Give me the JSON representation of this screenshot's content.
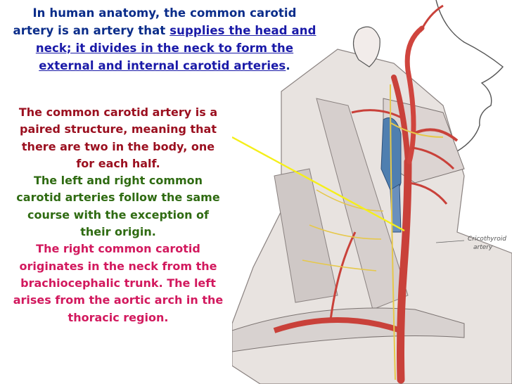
{
  "intro": {
    "line1": "In human anatomy, the common carotid",
    "line2_a": "artery is an artery that ",
    "line2_link": "supplies the head and",
    "line3": "neck; it divides in the neck to form the",
    "line4": "external and internal carotid arteries",
    "line4_end": "."
  },
  "paragraphs": {
    "p1": [
      "The common carotid artery is a",
      "paired structure, meaning that",
      "there are two in the body, one",
      "for each half."
    ],
    "p2": [
      "The left and right common",
      "carotid arteries follow the same",
      "course with the exception of",
      "their origin."
    ],
    "p3": [
      "The right common carotid",
      "originates in the neck from the",
      "brachiocephalic trunk. The left",
      "arises from the aortic arch in the",
      "thoracic region."
    ]
  },
  "figure": {
    "label_cricothyroid": "Cricothyroid",
    "label_artery": "artery"
  },
  "colors": {
    "intro": "#0b2d8a",
    "maroon": "#9b1020",
    "green": "#2f6b12",
    "pink": "#d2195e",
    "pointer": "#f5ef1a"
  }
}
